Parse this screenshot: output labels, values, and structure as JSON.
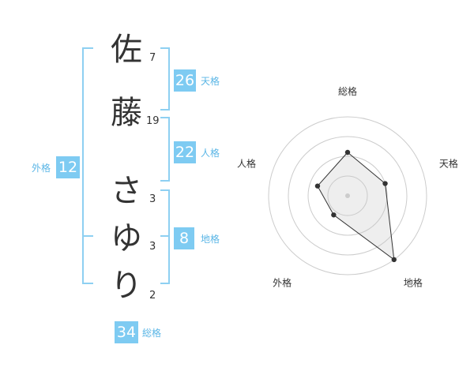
{
  "name": {
    "characters": [
      {
        "char": "佐",
        "strokes": "7"
      },
      {
        "char": "藤",
        "strokes": "19"
      },
      {
        "char": "さ",
        "strokes": "3"
      },
      {
        "char": "ゆ",
        "strokes": "3"
      },
      {
        "char": "り",
        "strokes": "2"
      }
    ]
  },
  "kakusu": {
    "tenkaku": {
      "value": "26",
      "label": "天格"
    },
    "jinkaku": {
      "value": "22",
      "label": "人格"
    },
    "chikaku": {
      "value": "8",
      "label": "地格"
    },
    "gaikaku": {
      "value": "12",
      "label": "外格"
    },
    "soukaku": {
      "value": "34",
      "label": "総格"
    }
  },
  "colors": {
    "badge": "#7ecbf2",
    "bracket": "#8ed0f2",
    "label": "#5bb6e6"
  },
  "chart_data": {
    "type": "radar",
    "axes": [
      "総格",
      "天格",
      "地格",
      "外格",
      "人格"
    ],
    "values": [
      0.55,
      0.5,
      1.0,
      0.3,
      0.4
    ],
    "rings": 4,
    "range": [
      0,
      1
    ]
  }
}
